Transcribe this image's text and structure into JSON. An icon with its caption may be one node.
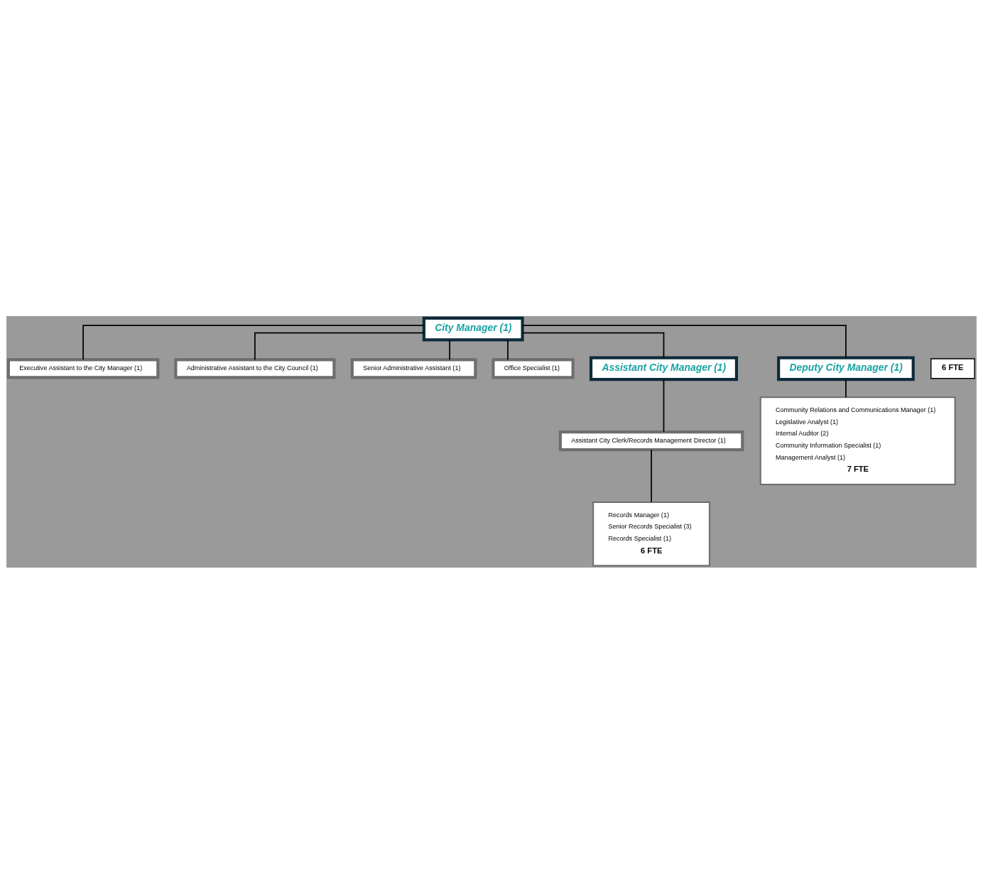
{
  "diagram": {
    "nodes": [
      {
        "text": [
          "City Manager (1)"
        ]
      },
      {
        "text": [
          "Executive Assistant to the City Manager (1)"
        ]
      },
      {
        "text": [
          "Administrative Assistant to the City Council (1)"
        ]
      },
      {
        "text": [
          "Senior Administrative Assistant (1)"
        ]
      },
      {
        "text": [
          "Office Specialist (1)"
        ]
      },
      {
        "text": [
          "6 FTE"
        ]
      },
      {
        "text": [
          "Assistant City Manager (1)"
        ]
      },
      {
        "text": [
          "Deputy City Manager (1)"
        ]
      },
      {
        "text": [
          "Assistant City Clerk/Records Management Director (1)"
        ]
      },
      {
        "text": [
          "Records Manager (1)",
          "Senior Records Specialist (3)",
          "Records Specialist (1)",
          "6 FTE"
        ]
      },
      {
        "text": [
          "Community Relations and Communications Manager (1)",
          "Legislative Analyst (1)",
          "Internal Auditor (2)",
          "Community Information Specialist (1)",
          "Management Analyst (1)",
          "7 FTE"
        ]
      }
    ],
    "edges": [
      {
        "from": 0,
        "to": 1,
        "arrow": "none"
      },
      {
        "from": 0,
        "to": 2,
        "arrow": "none"
      },
      {
        "from": 0,
        "to": 3,
        "arrow": "none"
      },
      {
        "from": 0,
        "to": 4,
        "arrow": "none"
      },
      {
        "from": 0,
        "to": 6,
        "arrow": "none"
      },
      {
        "from": 0,
        "to": 7,
        "arrow": "none"
      },
      {
        "from": 6,
        "to": 8,
        "arrow": "none"
      },
      {
        "from": 8,
        "to": 9,
        "arrow": "none"
      },
      {
        "from": 7,
        "to": 10,
        "arrow": "none"
      }
    ]
  }
}
